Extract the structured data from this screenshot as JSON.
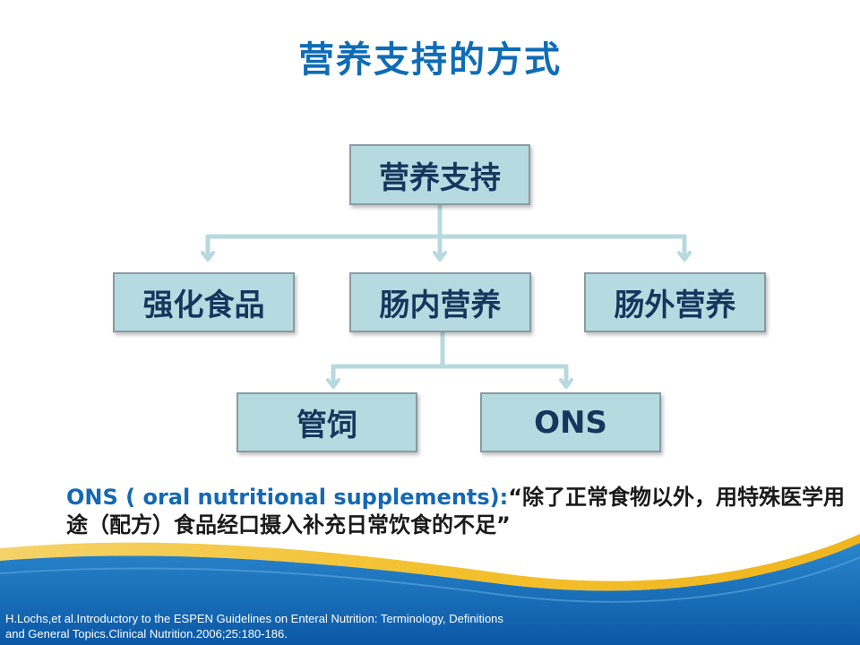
{
  "title": "营养支持的方式",
  "diagram": {
    "root": "营养支持",
    "level1": [
      "强化食品",
      "肠内营养",
      "肠外营养"
    ],
    "level2": [
      "管饲",
      "ONS"
    ]
  },
  "definition": {
    "term": "ONS ( oral nutritional supplements):",
    "text": "“除了正常食物以外，用特殊医学用途（配方）食品经口摄入补充日常饮食的不足”"
  },
  "reference": {
    "line1": "H.Lochs,et al.Introductory to the ESPEN Guidelines on Enteral Nutrition: Terminology, Definitions",
    "line2": "and General Topics.Clinical Nutrition.2006;25:180-186."
  },
  "colors": {
    "title": "#0f6cb6",
    "box_fill": "#b5dbe0",
    "box_border": "#8a9aa3",
    "box_text": "#17365d",
    "connector": "#b8d9de",
    "term": "#1468b4",
    "footer_blue": "#0f63b0",
    "footer_gold": "#f3c12e"
  }
}
